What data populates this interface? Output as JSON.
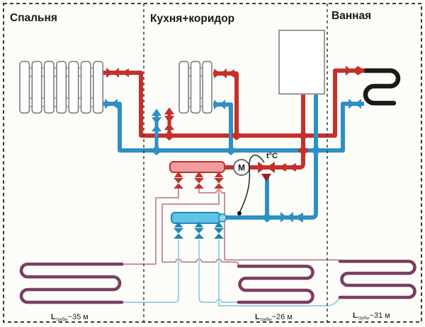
{
  "diagram": {
    "title_hint": "heating-system-schematic",
    "rooms": {
      "bedroom": "Спальня",
      "kitchen_corridor": "Кухня+коридор",
      "bathroom": "Ванная"
    },
    "pump_label": "M",
    "thermostat_label": "t°C",
    "floor_loops": [
      {
        "room": "bedroom",
        "label_prefix": "L",
        "label_sub": "трубы",
        "label_value": "~35 м"
      },
      {
        "room": "kitchen_corridor",
        "label_prefix": "L",
        "label_sub": "трубы",
        "label_value": "~26 м"
      },
      {
        "room": "bathroom",
        "label_prefix": "L",
        "label_sub": "трубы",
        "label_value": "~31 м"
      }
    ],
    "colors": {
      "supply_pipe": "#c5302c",
      "return_pipe": "#2f8fc5",
      "floor_loop": "#7a3e62",
      "thin_supply": "#c992a0",
      "thin_return": "#9cd1e3",
      "towel_rail": "#1a1a1a",
      "manifold_supply_fill": "#f19c9c",
      "manifold_return_fill": "#62c3e8"
    }
  }
}
